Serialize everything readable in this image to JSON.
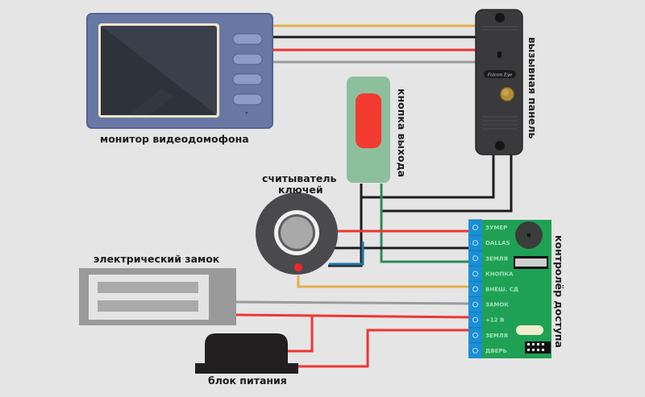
{
  "title": "Схема подключения контроллера доступа к видеодомофону",
  "labels": {
    "monitor": "монитор видеодомофона",
    "call_panel": "вызывная панель",
    "exit_button": "кнопка выхода",
    "reader_line1": "считыватель",
    "reader_line2": "ключей",
    "lock": "электрический замок",
    "power": "блок питания",
    "controller": "контролёр доступа",
    "brand": "Falcon Eye"
  },
  "controller_terminals": [
    "ЗУМЕР",
    "DALLAS",
    "ЗЕМЛЯ",
    "КНОПКА",
    "ВНЕШ. СД",
    "ЗАМОК",
    "+12 В",
    "ЗЕМЛЯ",
    "ДВЕРЬ"
  ],
  "wire_colors": {
    "yellow": "#e3b24a",
    "black": "#1d1d1d",
    "red": "#ef3535",
    "gray": "#9a9a9a",
    "blue": "#1f73a8",
    "green": "#2e8a5a"
  },
  "colors": {
    "background": "#e5e5e5",
    "monitor_body": "#6877a3",
    "controller_board": "#1fa155",
    "terminal_block": "#1b8fd6",
    "exit_button_body": "#8dbf9c",
    "exit_button_red": "#f23a30",
    "reader_body": "#4a4a4c",
    "lock_body": "#9a9a9a",
    "power_body": "#221f20"
  }
}
